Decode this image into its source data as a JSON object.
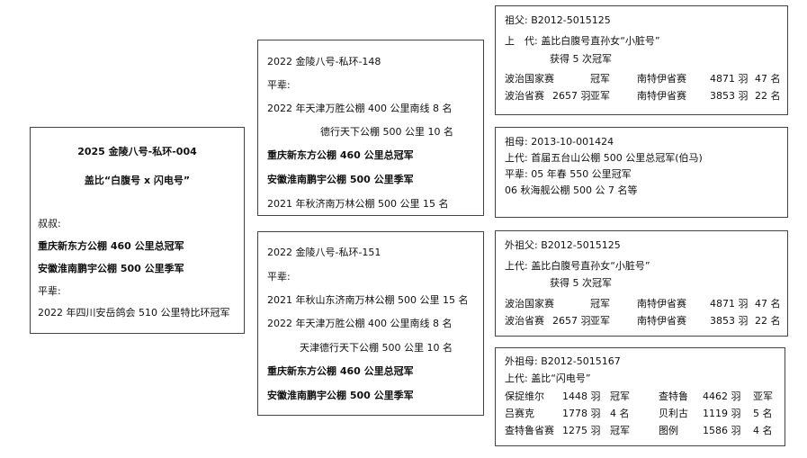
{
  "subject": {
    "id": "2025 金陵八号-私环-004",
    "name": "盖比“白腹号 x 闪电号”",
    "uncle_label": "叔叔:",
    "uncle_results": [
      "重庆新东方公棚 460 公里总冠军",
      "安徽淮南鹏宇公棚 500 公里季军"
    ],
    "peer_label": "平辈:",
    "peer_results": [
      "2022 年四川安岳鸽会 510 公里特比环冠军"
    ]
  },
  "father": {
    "id": "2022 金陵八号-私环-148",
    "peer_label": "平辈:",
    "lines": [
      "2022 年天津万胜公棚 400 公里南线 8 名",
      "德行天下公棚 500 公里 10 名",
      "重庆新东方公棚 460 公里总冠军",
      "安徽淮南鹏宇公棚 500 公里季军",
      "2021 年秋济南万林公棚 500 公里 15 名"
    ]
  },
  "mother": {
    "id": "2022 金陵八号-私环-151",
    "peer_label": "平辈:",
    "lines": [
      "2021 年秋山东济南万林公棚 500 公里 15 名",
      "2022 年天津万胜公棚 400 公里南线 8 名",
      "天津德行天下公棚 500 公里 10 名",
      "重庆新东方公棚 460 公里总冠军",
      "安徽淮南鹏宇公棚 500 公里季军"
    ]
  },
  "paternal_grandfather": {
    "title": "祖父: B2012-5015125",
    "lineage": "上　代: 盖比白腹号直孙女“小脏号”",
    "achievement": "获得 5 次冠军",
    "rows": [
      [
        "波治国家赛",
        "",
        "冠军",
        "南特伊省赛",
        "4871 羽",
        "47 名"
      ],
      [
        "波治省赛",
        "2657 羽",
        "亚军",
        "南特伊省赛",
        "3853 羽",
        "22 名"
      ]
    ]
  },
  "paternal_grandmother": {
    "title": "祖母: 2013-10-001424",
    "lines": [
      "上代: 首届五台山公棚 500 公里总冠军(伯马)",
      "平辈: 05 年春 550 公里冠军",
      "06 秋海舰公棚 500 公 7 名等"
    ]
  },
  "maternal_grandfather": {
    "title": "外祖父: B2012-5015125",
    "lineage": "上代: 盖比白腹号直孙女“小脏号”",
    "achievement": "获得 5 次冠军",
    "rows": [
      [
        "波治国家赛",
        "",
        "冠军",
        "南特伊省赛",
        "4871 羽",
        "47 名"
      ],
      [
        "波治省赛",
        "2657 羽",
        "亚军",
        "南特伊省赛",
        "3853 羽",
        "22 名"
      ]
    ]
  },
  "maternal_grandmother": {
    "title": "外祖母: B2012-5015167",
    "lineage": "上代: 盖比“闪电号”",
    "rows": [
      [
        "保捉维尔",
        "1448 羽",
        "冠军",
        "查特鲁",
        "4462 羽",
        "亚军"
      ],
      [
        "吕赛克",
        "1778 羽",
        "4 名",
        "贝利古",
        "1119 羽",
        "5 名"
      ],
      [
        "查特鲁省赛",
        "1275 羽",
        "冠军",
        "图例",
        "1586 羽",
        "4 名"
      ]
    ]
  }
}
